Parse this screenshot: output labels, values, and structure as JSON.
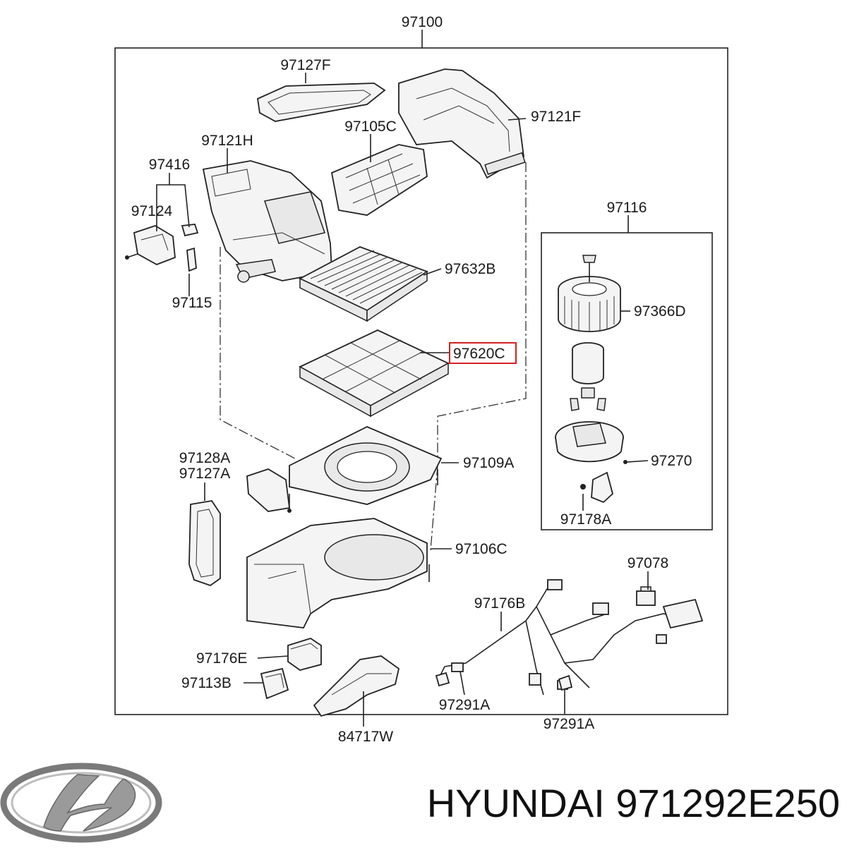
{
  "diagram": {
    "labels": {
      "assembly": "97100",
      "p97127F": "97127F",
      "p97121F": "97121F",
      "p97105C": "97105C",
      "p97121H": "97121H",
      "p97416": "97416",
      "p97124": "97124",
      "p97115": "97115",
      "p97632B": "97632B",
      "p97620C": "97620C",
      "p97116": "97116",
      "p97366D": "97366D",
      "p97270": "97270",
      "p97178A": "97178A",
      "p97128A": "97128A",
      "p97127A": "97127A",
      "p97109A": "97109A",
      "p97106C": "97106C",
      "p97078": "97078",
      "p97176B": "97176B",
      "p97176E": "97176E",
      "p97113B": "97113B",
      "p97291A_left": "97291A",
      "p97291A_right": "97291A",
      "p84717W": "84717W"
    },
    "highlighted_part": "97620C",
    "highlight_color": "#d62020"
  },
  "footer": {
    "brand_logo": "hyundai-logo",
    "part_number_text": "HYUNDAI 971292E250"
  }
}
